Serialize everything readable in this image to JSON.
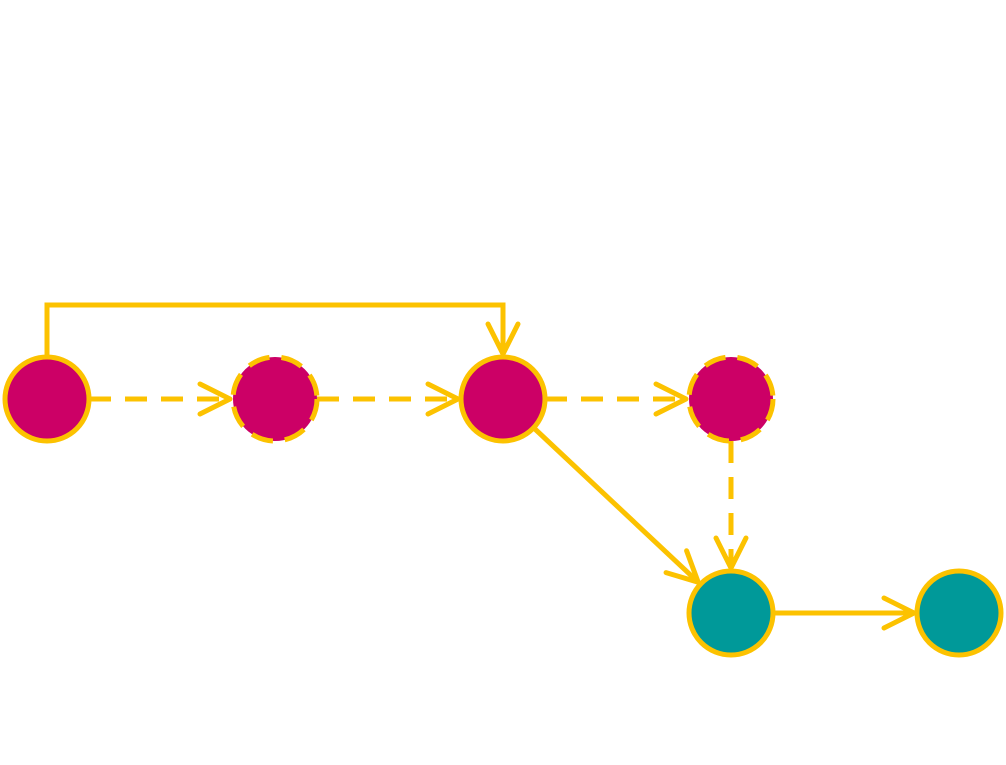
{
  "colors": {
    "background": "#ffffff",
    "edge": "#fcc200",
    "node_stroke": "#fcc200",
    "node_magenta": "#cc0066",
    "node_teal": "#009999"
  },
  "nodes": [
    {
      "id": "n1",
      "fill": "node_magenta",
      "border": "solid"
    },
    {
      "id": "n2",
      "fill": "node_magenta",
      "border": "dashed"
    },
    {
      "id": "n3",
      "fill": "node_magenta",
      "border": "solid"
    },
    {
      "id": "n4",
      "fill": "node_magenta",
      "border": "dashed"
    },
    {
      "id": "n5",
      "fill": "node_teal",
      "border": "solid"
    },
    {
      "id": "n6",
      "fill": "node_teal",
      "border": "solid"
    }
  ],
  "edges": [
    {
      "id": "e1",
      "from": "n1",
      "to": "n2",
      "style": "dashed"
    },
    {
      "id": "e2",
      "from": "n2",
      "to": "n3",
      "style": "dashed"
    },
    {
      "id": "e3",
      "from": "n3",
      "to": "n4",
      "style": "dashed"
    },
    {
      "id": "e4",
      "from": "n1",
      "to": "n3",
      "style": "solid",
      "routing": "over-the-top"
    },
    {
      "id": "e5",
      "from": "n3",
      "to": "n5",
      "style": "solid"
    },
    {
      "id": "e6",
      "from": "n4",
      "to": "n5",
      "style": "dashed"
    },
    {
      "id": "e7",
      "from": "n5",
      "to": "n6",
      "style": "solid"
    }
  ]
}
